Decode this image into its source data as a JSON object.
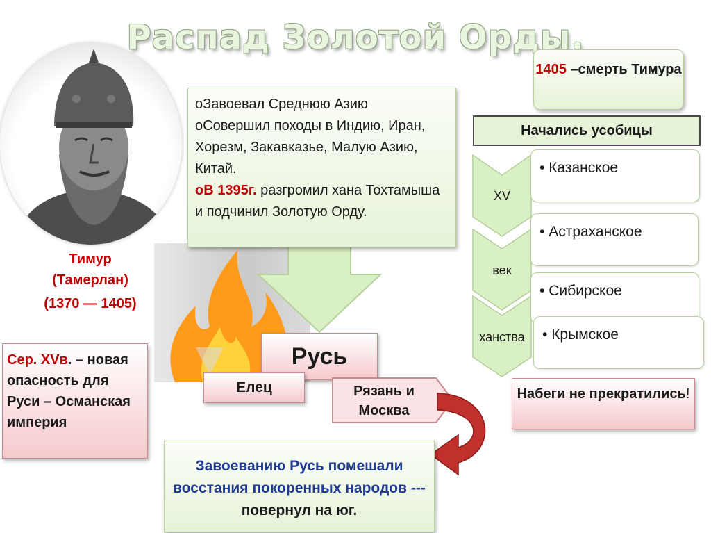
{
  "title": "Распад Золотой Орды.",
  "timur": {
    "name": "Тимур",
    "alias": "(Тамерлан)",
    "years": "(1370 — 1405)"
  },
  "ottoman": {
    "prefix": "Сер. XVв",
    "text": ". – новая опасность для Руси – Османская империя"
  },
  "conquests": {
    "bullet": "o",
    "line1": "Завоевал Среднюю Азию",
    "line2": "Совершил походы в Индию, Иран, Хорезм, Закавказье, Малую Азию, Китай.",
    "line3_red": "В 1395г.",
    "line3_rest": " разгромил хана Тохтамыша и подчинил Золотую Орду."
  },
  "rus": "Русь",
  "elets": "Елец",
  "ryazan": "Рязань и Москва",
  "bottom_note": {
    "blue": "Завоеванию Русь помешали восстания покоренных народов",
    "dashes": " --- ",
    "rest": "повернул на юг."
  },
  "death": {
    "year": "1405",
    "text": " –смерть Тимура"
  },
  "strife": "Начались усобицы",
  "chevrons": [
    "XV",
    "век",
    "ханства"
  ],
  "khanates": [
    "Казанское",
    "Астраханское",
    "Сибирское",
    "Крымское"
  ],
  "raids": {
    "text": "Набеги не прекратились",
    "mark": "!"
  },
  "colors": {
    "accent_red": "#c00000",
    "blue_text": "#1f3a93",
    "green_fill": "#d9efc4",
    "pink_fill": "#f6c9cc",
    "flame": "#ff8a00"
  }
}
